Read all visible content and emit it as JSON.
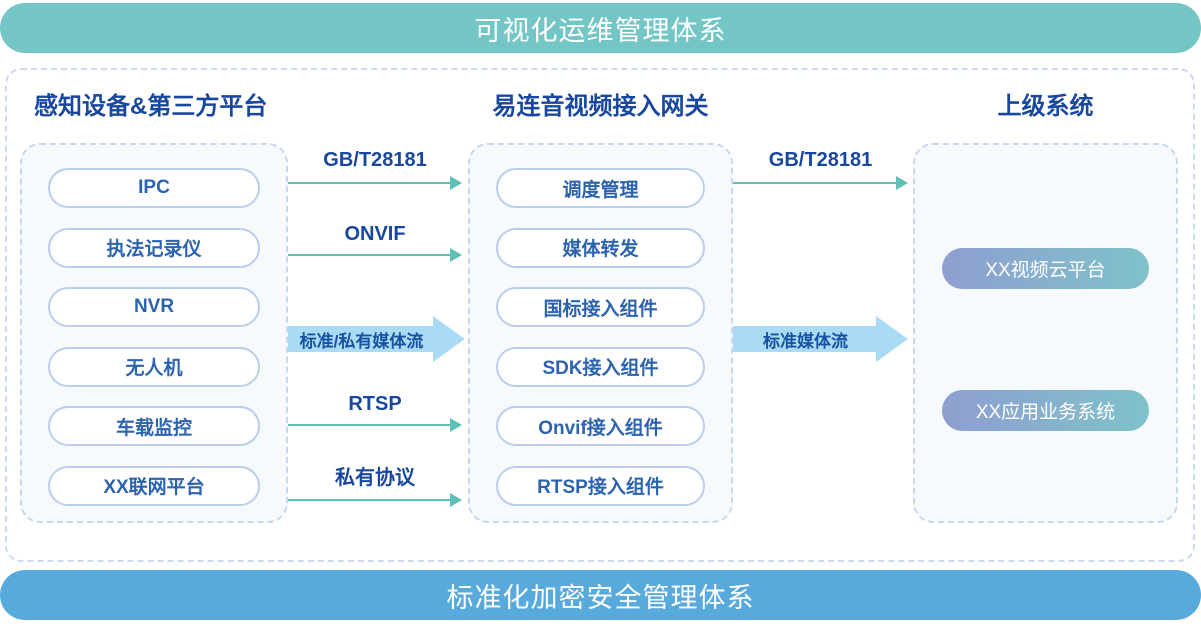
{
  "banners": {
    "top": {
      "label": "可视化运维管理体系",
      "bg": "#74c6c6"
    },
    "bottom": {
      "label": "标准化加密安全管理体系",
      "bg": "#58aadd"
    }
  },
  "columns": {
    "devices": {
      "header": "感知设备&第三方平台",
      "items": [
        "IPC",
        "执法记录仪",
        "NVR",
        "无人机",
        "车载监控",
        "XX联网平台"
      ]
    },
    "gateway": {
      "header": "易连音视频接入网关",
      "items": [
        "调度管理",
        "媒体转发",
        "国标接入组件",
        "SDK接入组件",
        "Onvif接入组件",
        "RTSP接入组件"
      ]
    },
    "upper": {
      "header": "上级系统",
      "items": [
        "XX视频云平台",
        "XX应用业务系统"
      ]
    }
  },
  "arrows": {
    "left_to_middle": {
      "line1": "GB/T28181",
      "line2": "ONVIF",
      "block": "标准/私有媒体流",
      "line3": "RTSP",
      "line4": "私有协议"
    },
    "middle_to_right": {
      "line1": "GB/T28181",
      "block": "标准媒体流"
    }
  },
  "colors": {
    "banner_top_bg": "#74c6c6",
    "banner_bottom_bg": "#58aadd",
    "header_text": "#17479e",
    "pill_border": "#bacdea",
    "pill_text": "#2c63ae",
    "box_bg": "#f7fafd",
    "box_dashed_border": "#c7d7ee",
    "thin_arrow": "#5fc0b6",
    "block_arrow_bg": "#a9dcf4",
    "block_arrow_text": "#1a52a3",
    "gradient_pill_start": "#8e9ed0",
    "gradient_pill_end": "#7fc2ca"
  }
}
